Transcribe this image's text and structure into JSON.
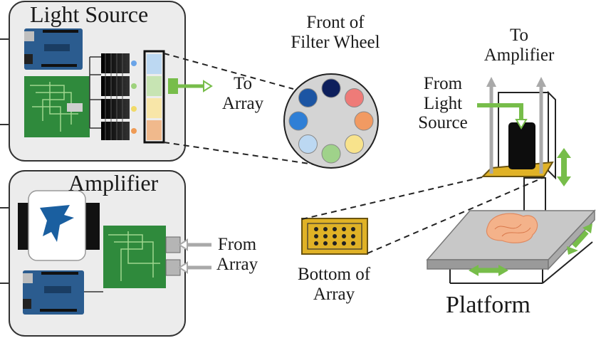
{
  "light_source": {
    "title": "Light Source"
  },
  "amplifier": {
    "title": "Amplifier"
  },
  "labels": {
    "to_array": "To\nArray",
    "front_of_filter_wheel": "Front of\nFilter Wheel",
    "to_amplifier": "To\nAmplifier",
    "from_light_source": "From\nLight\nSource",
    "from_array": "From\nArray",
    "bottom_of_array": "Bottom of\nArray",
    "platform": "Platform"
  },
  "filter_wheel": {
    "filters": [
      {
        "name": "navy",
        "color": "#0d1f5c"
      },
      {
        "name": "red",
        "color": "#ee7b78"
      },
      {
        "name": "orange",
        "color": "#f19a62"
      },
      {
        "name": "yellow",
        "color": "#f8e38c"
      },
      {
        "name": "green",
        "color": "#9fd28a"
      },
      {
        "name": "light-blue",
        "color": "#bcd8f2"
      },
      {
        "name": "blue",
        "color": "#2f7fd6"
      },
      {
        "name": "dark-blue",
        "color": "#1c55a3"
      }
    ]
  },
  "filter_strip_colors": [
    "#bcd8f2",
    "#c7e4b3",
    "#f8e6a8",
    "#f0b98c"
  ],
  "colors": {
    "panel_fill": "#ececec",
    "arduino": "#2b5c8f",
    "pcb": "#2f8a3c",
    "accent_green": "#77bd4a",
    "arrow_gray": "#a9a9a9",
    "array_gold": "#e0b226"
  }
}
